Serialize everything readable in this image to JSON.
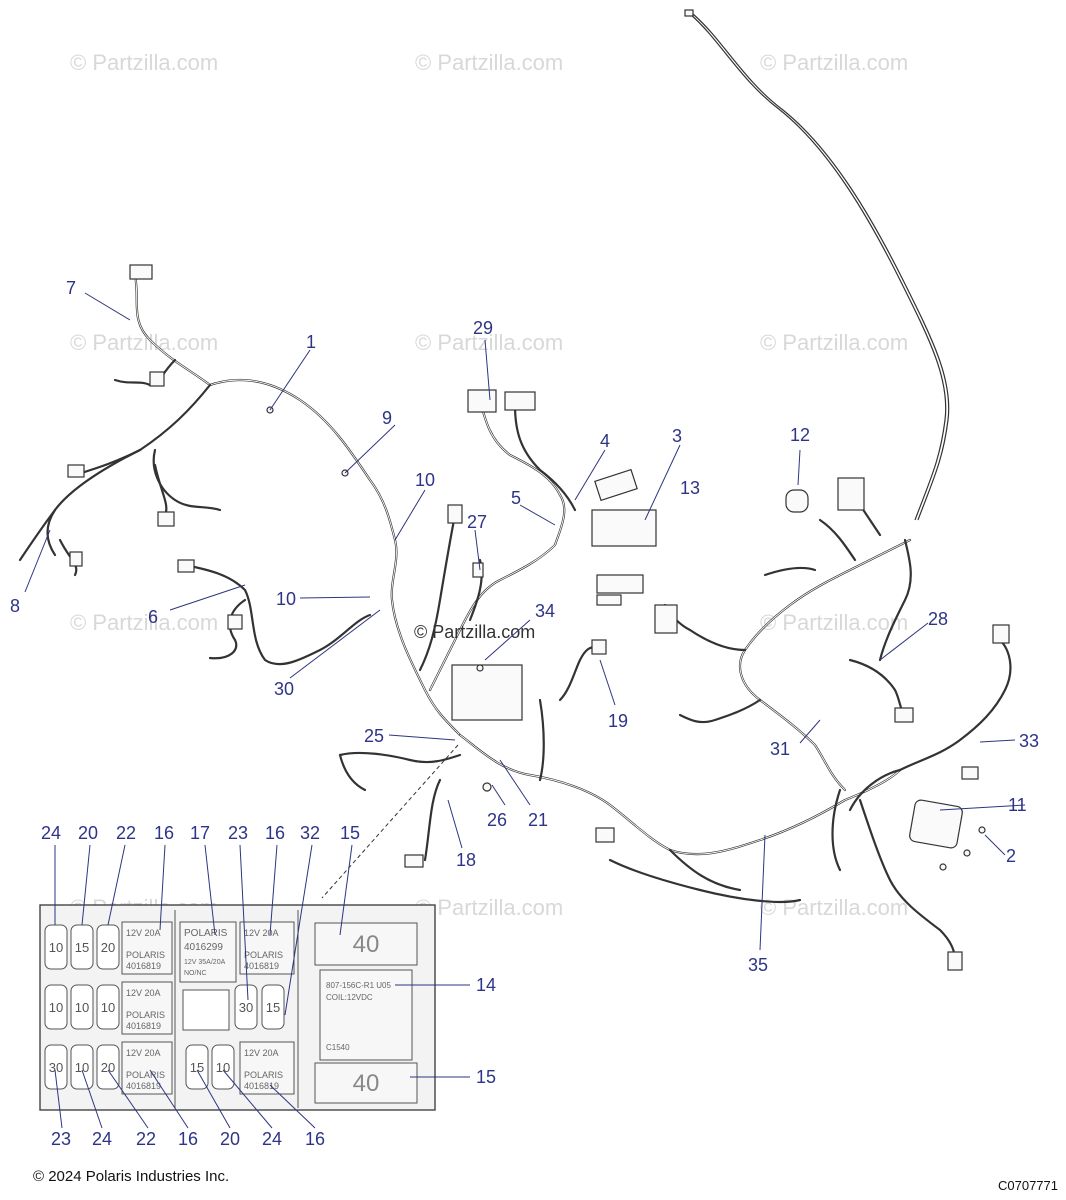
{
  "watermark": "© Partzilla.com",
  "center_watermark": "© Partzilla.com",
  "callouts": {
    "c1": "1",
    "c2": "2",
    "c3": "3",
    "c4": "4",
    "c5": "5",
    "c6": "6",
    "c7": "7",
    "c8": "8",
    "c9": "9",
    "c10a": "10",
    "c10b": "10",
    "c11": "11",
    "c12": "12",
    "c13": "13",
    "c18": "18",
    "c19": "19",
    "c21": "21",
    "c25": "25",
    "c26": "26",
    "c27": "27",
    "c28": "28",
    "c29": "29",
    "c30": "30",
    "c31": "31",
    "c33": "33",
    "c34": "34",
    "c35": "35",
    "f24a": "24",
    "f20a": "20",
    "f22a": "22",
    "f16a": "16",
    "f17": "17",
    "f23a": "23",
    "f16b": "16",
    "f32": "32",
    "f15a": "15",
    "f14": "14",
    "f15b": "15",
    "f23b": "23",
    "f24b": "24",
    "f22b": "22",
    "f16c": "16",
    "f20b": "20",
    "f24c": "24",
    "f16d": "16"
  },
  "fuse_box": {
    "fuses": {
      "r1": [
        "10",
        "15",
        "20"
      ],
      "r2": [
        "10",
        "10",
        "10"
      ],
      "r3": [
        "30",
        "10",
        "20"
      ],
      "lower_mid": [
        "15",
        "10"
      ],
      "mid_right": [
        "30",
        "15"
      ]
    },
    "relay_rating": "12V 20A",
    "relay_brand": "POLARIS",
    "relay_part": "4016819",
    "main_relay_brand": "POLARIS",
    "main_relay_part": "4016299",
    "main_relay_rating": "12V 35A/20A",
    "main_relay_note": "NO/NC",
    "maxi_fuse": "40",
    "module_label_1": "807-156C-R1 U05",
    "module_label_2": "COIL:12VDC",
    "module_label_3": "C1540"
  },
  "footer": {
    "copyright": "© 2024 Polaris Industries Inc.",
    "diagram_code": "C0707771"
  }
}
